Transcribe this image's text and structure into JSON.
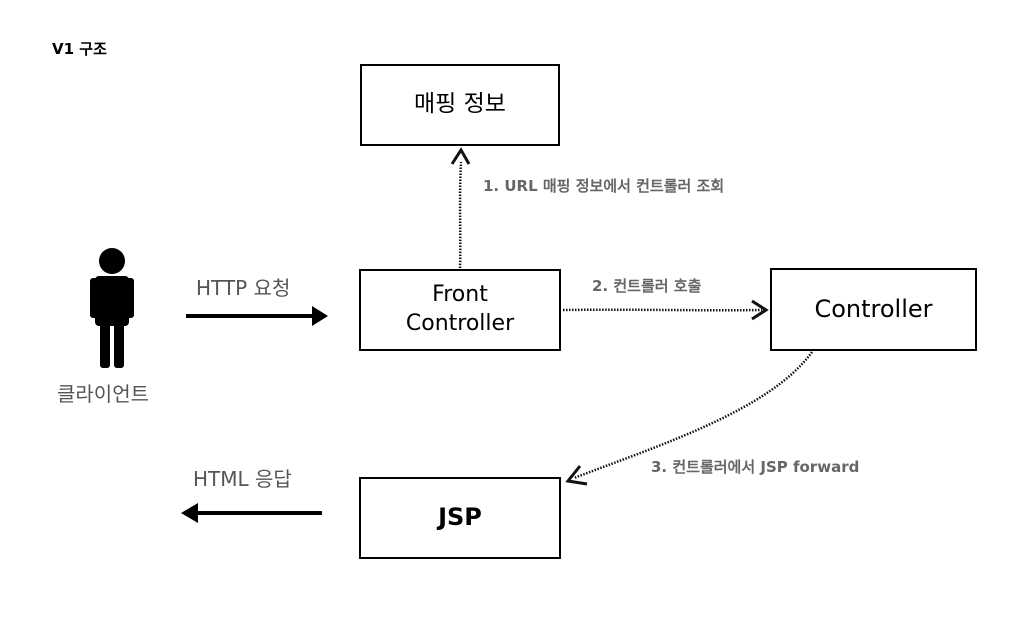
{
  "title": "V1 구조",
  "nodes": {
    "mapping": "매핑 정보",
    "front_line1": "Front",
    "front_line2": "Controller",
    "controller": "Controller",
    "jsp": "JSP",
    "client": "클라이언트"
  },
  "edges": {
    "step1": "1. URL 매핑 정보에서 컨트롤러 조회",
    "step2": "2. 컨트롤러 호출",
    "step3": "3. 컨트롤러에서 JSP forward",
    "http_request": "HTTP 요청",
    "html_response": "HTML 응답"
  }
}
